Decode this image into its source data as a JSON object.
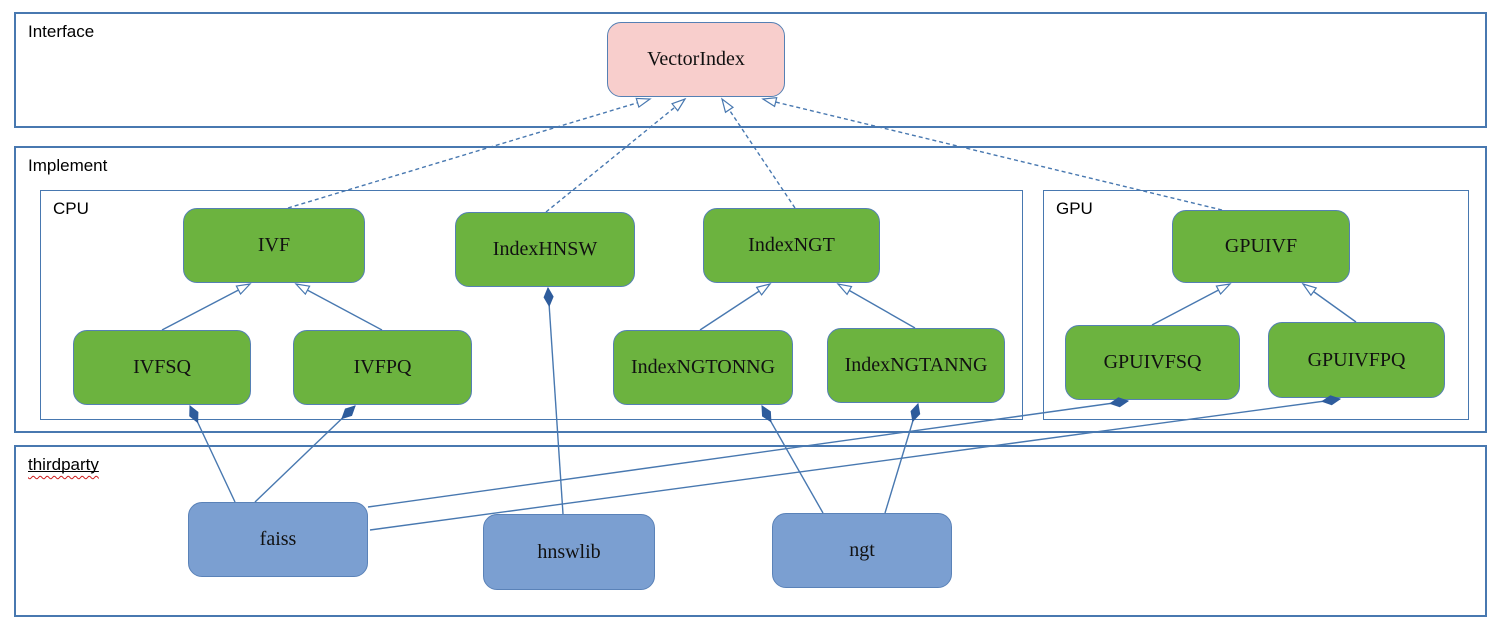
{
  "diagram": {
    "containers": {
      "interface": {
        "label": "Interface"
      },
      "implement": {
        "label": "Implement"
      },
      "cpu": {
        "label": "CPU"
      },
      "gpu": {
        "label": "GPU"
      },
      "thirdparty": {
        "label": "thirdparty",
        "spellcheck_underline": true
      }
    },
    "nodes": {
      "vectorindex": {
        "label": "VectorIndex",
        "fill": "#f8cecc",
        "container": "interface"
      },
      "ivf": {
        "label": "IVF",
        "fill": "#6cb33f",
        "container": "cpu"
      },
      "indexhnsw": {
        "label": "IndexHNSW",
        "fill": "#6cb33f",
        "container": "cpu"
      },
      "indexngt": {
        "label": "IndexNGT",
        "fill": "#6cb33f",
        "container": "cpu"
      },
      "ivfsq": {
        "label": "IVFSQ",
        "fill": "#6cb33f",
        "container": "cpu"
      },
      "ivfpq": {
        "label": "IVFPQ",
        "fill": "#6cb33f",
        "container": "cpu"
      },
      "indexngtonng": {
        "label": "IndexNGTONNG",
        "fill": "#6cb33f",
        "container": "cpu"
      },
      "indexngtanng": {
        "label": "IndexNGTANNG",
        "fill": "#6cb33f",
        "container": "cpu"
      },
      "gpuivf": {
        "label": "GPUIVF",
        "fill": "#6cb33f",
        "container": "gpu"
      },
      "gpuivfsq": {
        "label": "GPUIVFSQ",
        "fill": "#6cb33f",
        "container": "gpu"
      },
      "gpuivfpq": {
        "label": "GPUIVFPQ",
        "fill": "#6cb33f",
        "container": "gpu"
      },
      "faiss": {
        "label": "faiss",
        "fill": "#7b9fd1",
        "container": "thirdparty"
      },
      "hnswlib": {
        "label": "hnswlib",
        "fill": "#7b9fd1",
        "container": "thirdparty"
      },
      "ngt": {
        "label": "ngt",
        "fill": "#7b9fd1",
        "container": "thirdparty"
      }
    },
    "edges": [
      {
        "from": "IVF",
        "to": "VectorIndex",
        "type": "realization",
        "style": "dashed, hollow triangle at target"
      },
      {
        "from": "IndexHNSW",
        "to": "VectorIndex",
        "type": "realization",
        "style": "dashed, hollow triangle at target"
      },
      {
        "from": "IndexNGT",
        "to": "VectorIndex",
        "type": "realization",
        "style": "dashed, hollow triangle at target"
      },
      {
        "from": "GPUIVF",
        "to": "VectorIndex",
        "type": "realization",
        "style": "dashed, hollow triangle at target"
      },
      {
        "from": "IVFSQ",
        "to": "IVF",
        "type": "inheritance",
        "style": "solid, hollow triangle at target"
      },
      {
        "from": "IVFPQ",
        "to": "IVF",
        "type": "inheritance",
        "style": "solid, hollow triangle at target"
      },
      {
        "from": "IndexNGTONNG",
        "to": "IndexNGT",
        "type": "inheritance",
        "style": "solid, hollow triangle at target"
      },
      {
        "from": "IndexNGTANNG",
        "to": "IndexNGT",
        "type": "inheritance",
        "style": "solid, hollow triangle at target"
      },
      {
        "from": "GPUIVFSQ",
        "to": "GPUIVF",
        "type": "inheritance",
        "style": "solid, hollow triangle at target"
      },
      {
        "from": "GPUIVFPQ",
        "to": "GPUIVF",
        "type": "inheritance",
        "style": "solid, hollow triangle at target"
      },
      {
        "from": "faiss",
        "to": "IVFSQ",
        "type": "composition",
        "style": "solid, filled diamond at target"
      },
      {
        "from": "faiss",
        "to": "IVFPQ",
        "type": "composition",
        "style": "solid, filled diamond at target"
      },
      {
        "from": "faiss",
        "to": "GPUIVFSQ",
        "type": "composition",
        "style": "solid, filled diamond at target"
      },
      {
        "from": "faiss",
        "to": "GPUIVFPQ",
        "type": "composition",
        "style": "solid, filled diamond at target"
      },
      {
        "from": "hnswlib",
        "to": "IndexHNSW",
        "type": "composition",
        "style": "solid, filled diamond at target"
      },
      {
        "from": "ngt",
        "to": "IndexNGTONNG",
        "type": "composition",
        "style": "solid, filled diamond at target"
      },
      {
        "from": "ngt",
        "to": "IndexNGTANNG",
        "type": "composition",
        "style": "solid, filled diamond at target"
      }
    ],
    "colors": {
      "container_border": "#4878b0",
      "edge_line": "#4878b0",
      "node_green_fill": "#6cb33f",
      "node_pink_fill": "#f8cecc",
      "node_blue_fill": "#7b9fd1",
      "diamond_fill": "#2e5c9c",
      "spellcheck_wavy": "#cc1a1a",
      "label_text": "#000000"
    }
  }
}
